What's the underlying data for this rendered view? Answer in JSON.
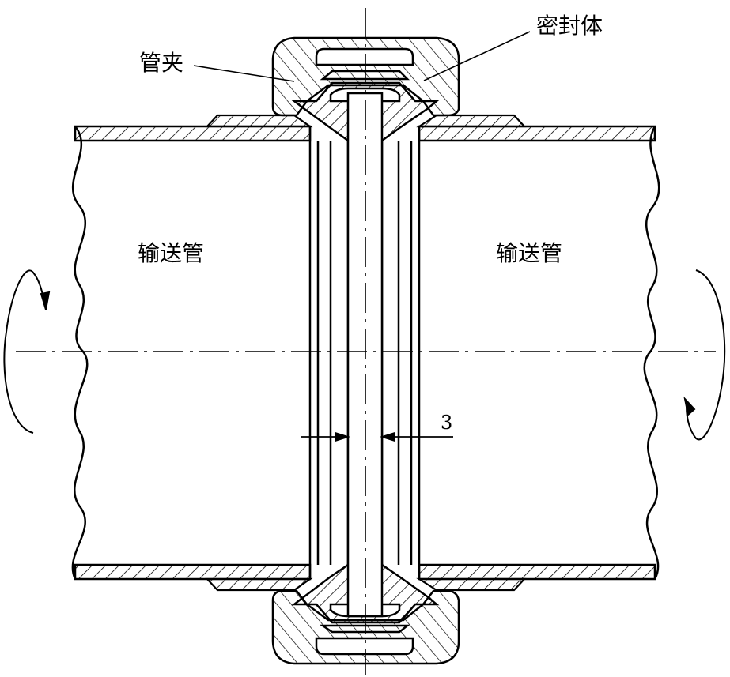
{
  "labels": {
    "pipe_left": "输送管",
    "pipe_right": "输送管",
    "clamp": "管夹",
    "seal": "密封体",
    "dimension": "3"
  },
  "colors": {
    "line": "#000000",
    "background": "#ffffff"
  }
}
